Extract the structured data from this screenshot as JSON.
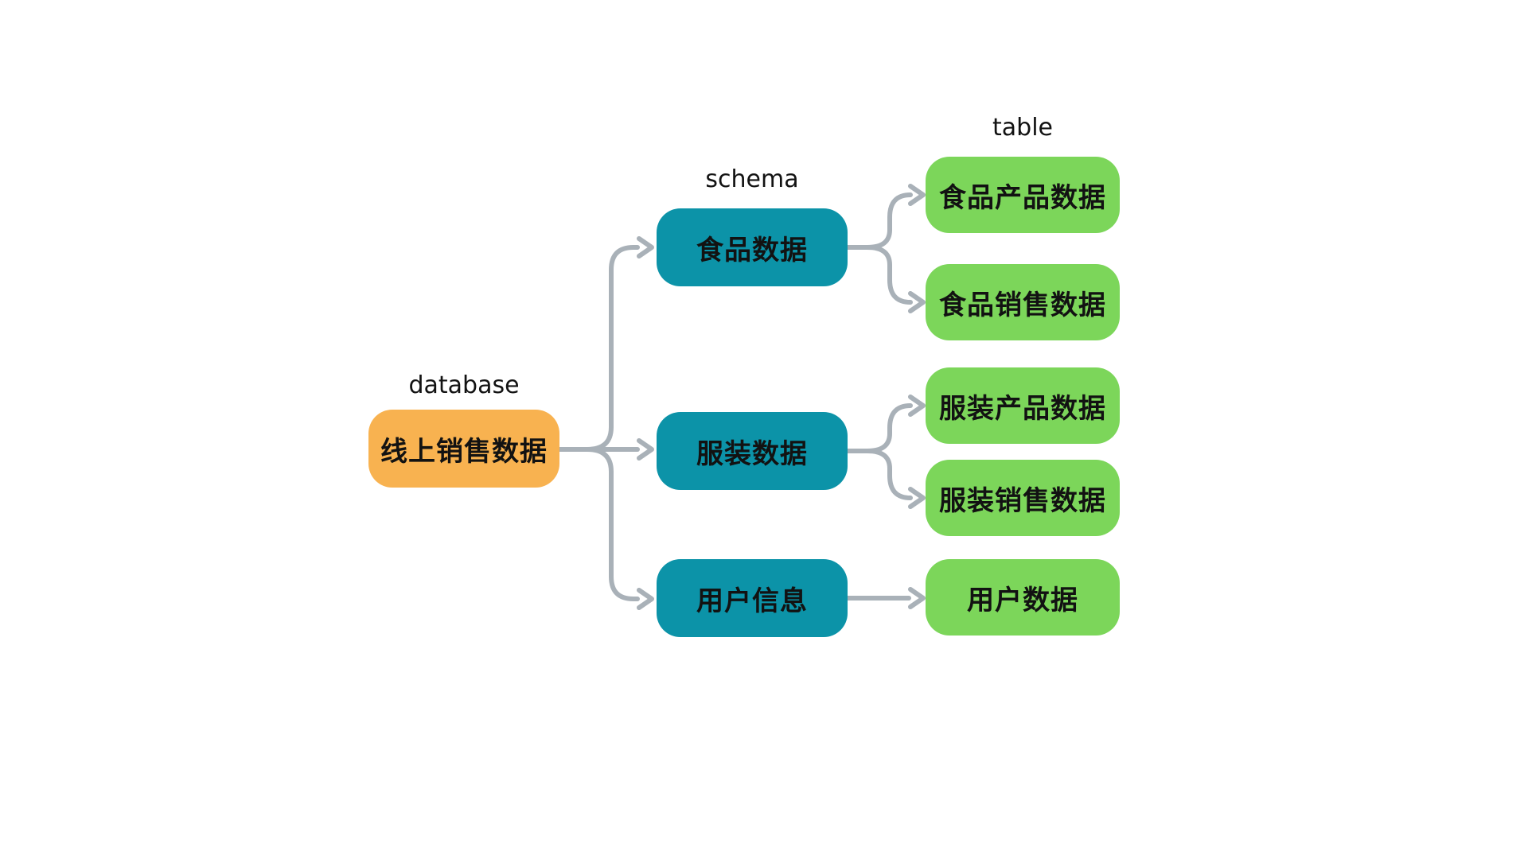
{
  "diagram": {
    "type": "database-hierarchy-flowchart",
    "column_labels": {
      "database": "database",
      "schema": "schema",
      "table": "table"
    },
    "database_node": {
      "label": "线上销售数据"
    },
    "schema_nodes": [
      {
        "label": "食品数据"
      },
      {
        "label": "服装数据"
      },
      {
        "label": "用户信息"
      }
    ],
    "table_nodes": [
      {
        "label": "食品产品数据"
      },
      {
        "label": "食品销售数据"
      },
      {
        "label": "服装产品数据"
      },
      {
        "label": "服装销售数据"
      },
      {
        "label": "用户数据"
      }
    ],
    "edges": [
      {
        "from": "线上销售数据",
        "to": "食品数据"
      },
      {
        "from": "线上销售数据",
        "to": "服装数据"
      },
      {
        "from": "线上销售数据",
        "to": "用户信息"
      },
      {
        "from": "食品数据",
        "to": "食品产品数据"
      },
      {
        "from": "食品数据",
        "to": "食品销售数据"
      },
      {
        "from": "服装数据",
        "to": "服装产品数据"
      },
      {
        "from": "服装数据",
        "to": "服装销售数据"
      },
      {
        "from": "用户信息",
        "to": "用户数据"
      }
    ],
    "colors": {
      "database_fill": "#F8B250",
      "schema_fill": "#0C93A8",
      "table_fill": "#7CD65A",
      "edge": "#A9B1B8",
      "text": "#121212",
      "background": "#FFFFFF"
    }
  }
}
